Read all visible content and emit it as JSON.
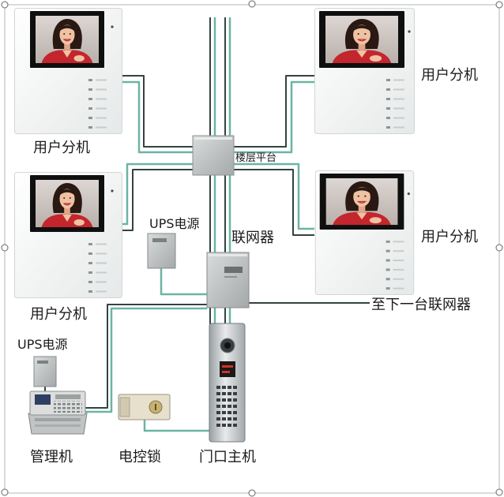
{
  "diagram": {
    "indoor_unit_top_left": {
      "label": "用户分机"
    },
    "indoor_unit_top_right": {
      "label": "用户分机"
    },
    "indoor_unit_middle_left": {
      "label": "用户分机"
    },
    "indoor_unit_middle_right": {
      "label": "用户分机"
    },
    "floor_platform": {
      "label": "楼层平台"
    },
    "ups_power_upper": {
      "label": "UPS电源"
    },
    "network_device": {
      "label": "联网器"
    },
    "next_network_device": {
      "label": "至下一台联网器"
    },
    "ups_power_lower": {
      "label": "UPS电源"
    },
    "management_unit": {
      "label": "管理机"
    },
    "electric_lock": {
      "label": "电控锁"
    },
    "door_main_unit": {
      "label": "门口主机"
    }
  },
  "colors": {
    "cable_dark": "#34433f",
    "cable_teal": "#6cb4a4",
    "screen_bezel": "#0f0f0f"
  }
}
